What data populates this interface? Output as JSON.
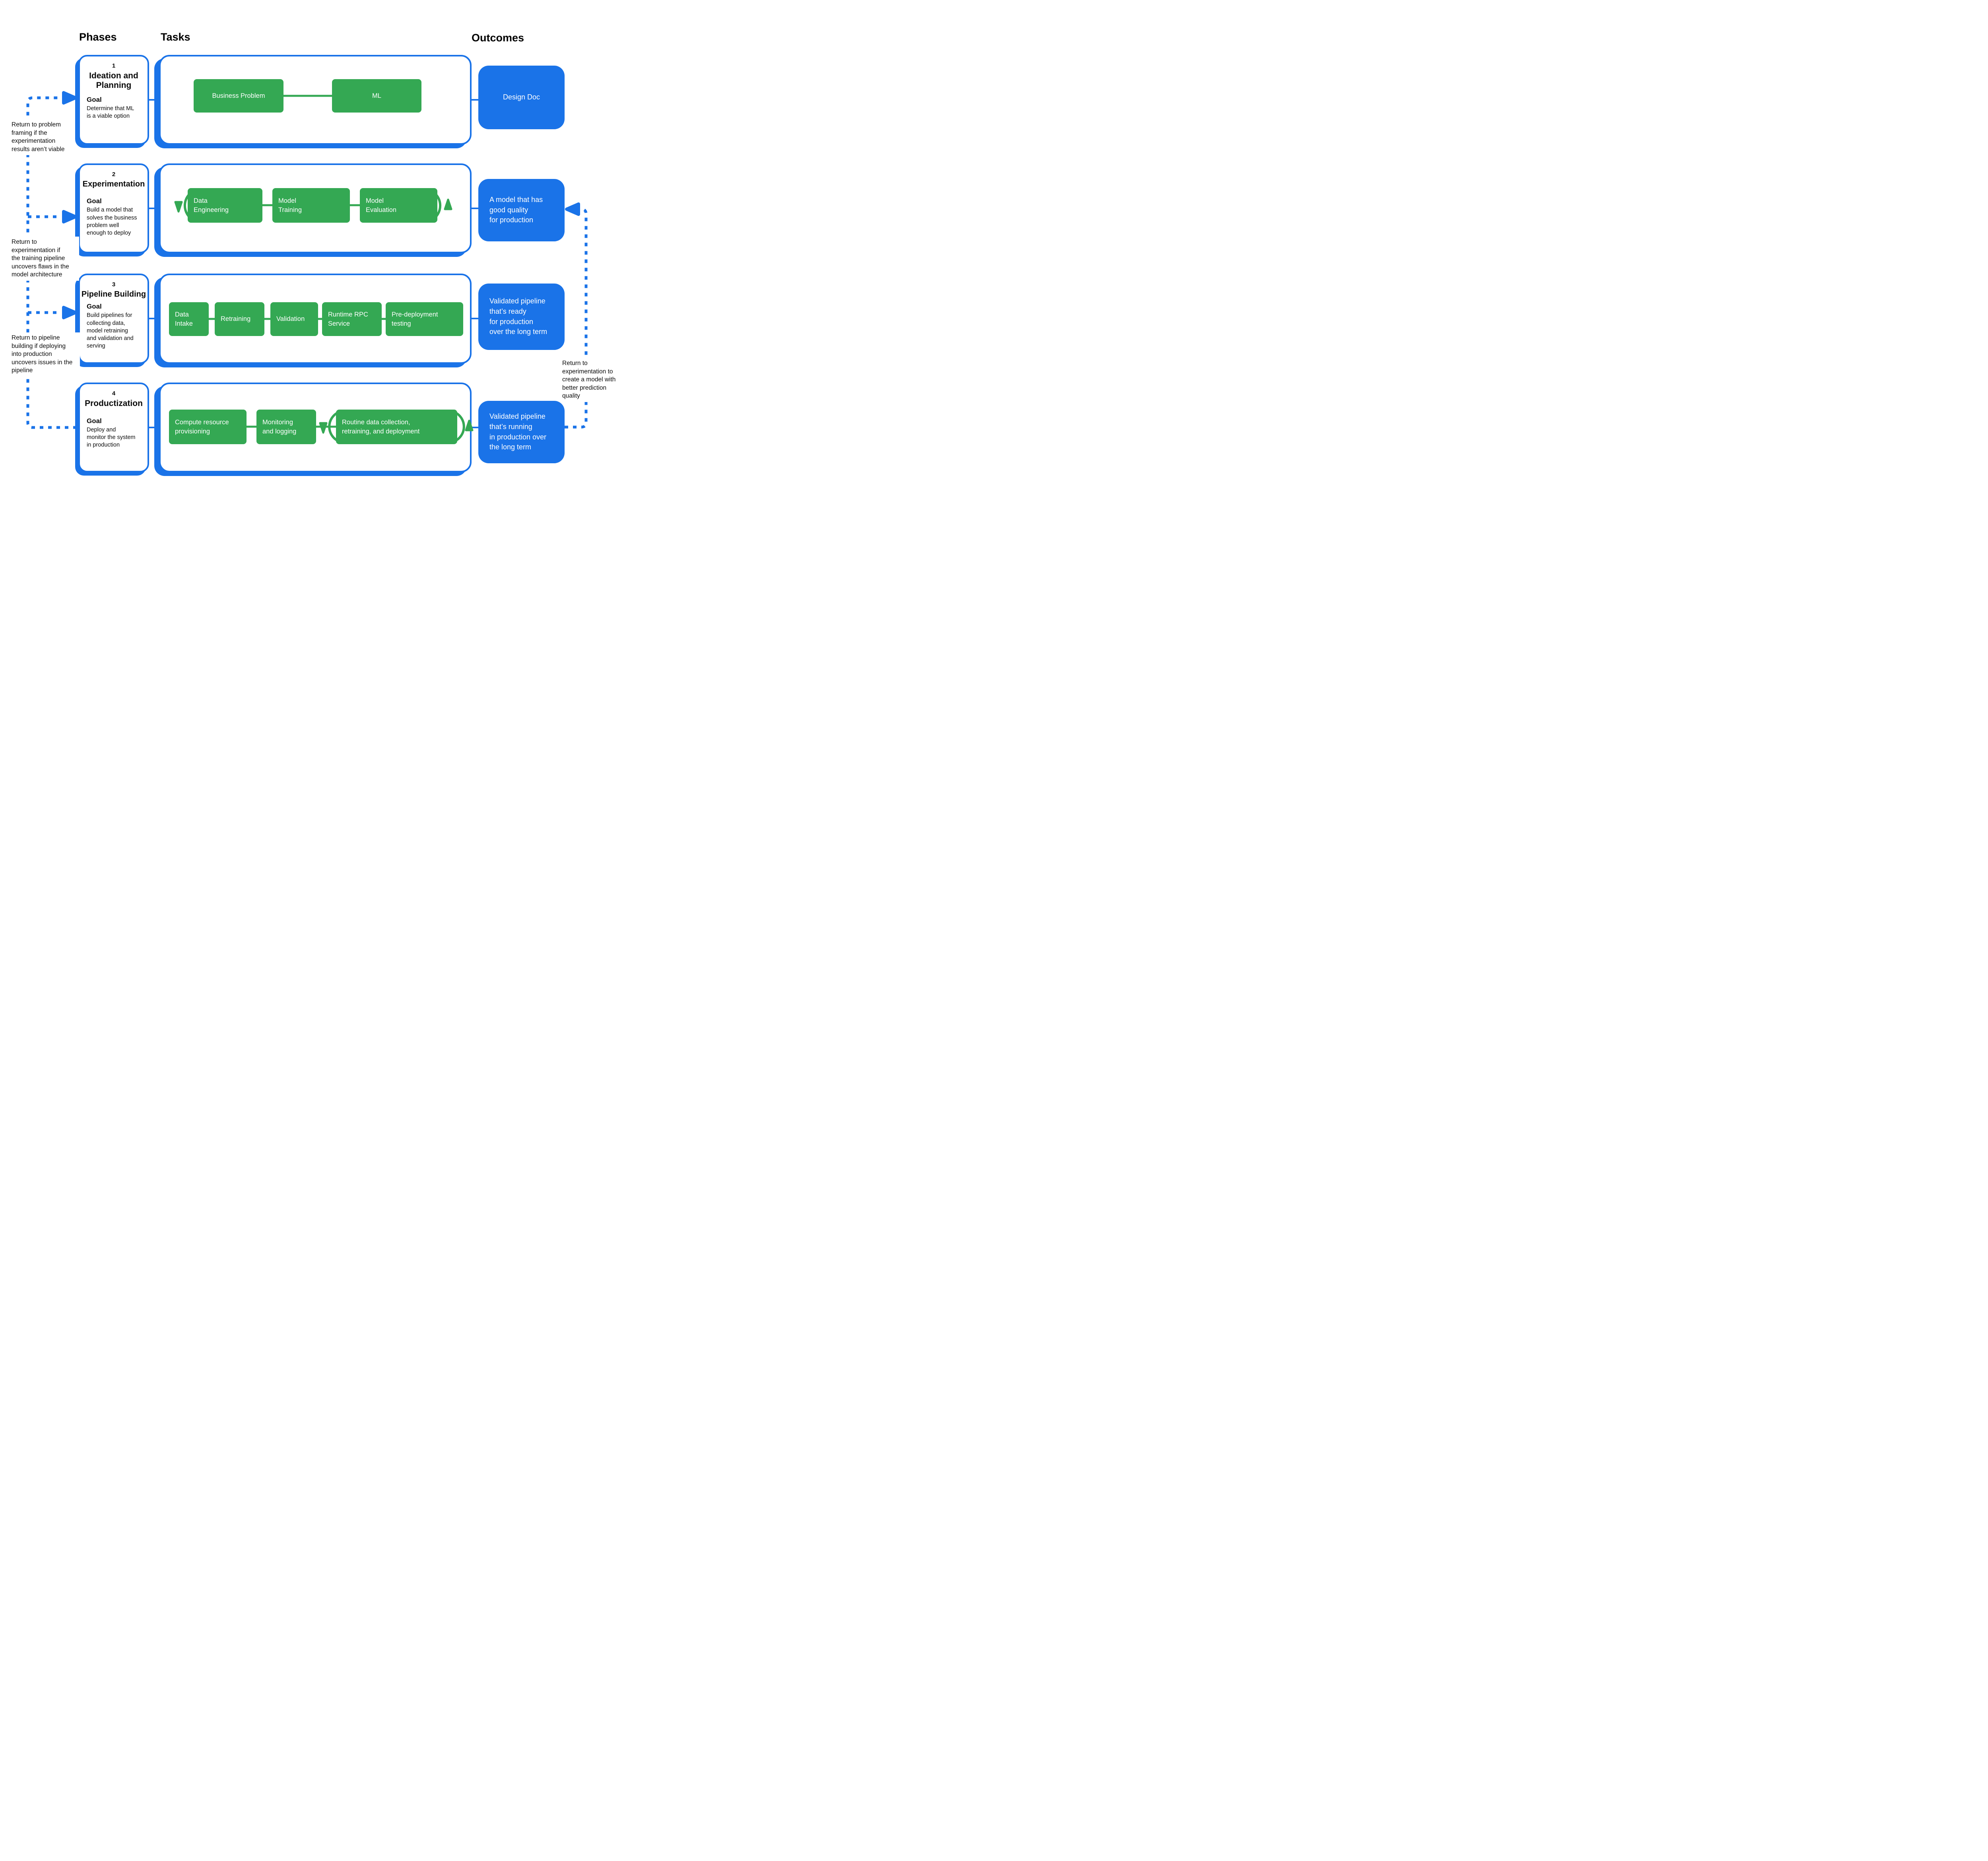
{
  "headers": {
    "phases": "Phases",
    "tasks": "Tasks",
    "outcomes": "Outcomes"
  },
  "colors": {
    "accent_blue": "#1a73e8",
    "task_green": "#34a853",
    "text_black": "#0b0b0b",
    "box_text_white": "#ffffff"
  },
  "phases": [
    {
      "number": "1",
      "title": "Ideation and\nPlanning",
      "goal_label": "Goal",
      "goal": "Determine that ML\nis a viable option"
    },
    {
      "number": "2",
      "title": "Experimentation",
      "goal_label": "Goal",
      "goal": "Build a model that\nsolves the business\nproblem well\nenough to deploy"
    },
    {
      "number": "3",
      "title": "Pipeline Building",
      "goal_label": "Goal",
      "goal": "Build pipelines for\ncollecting data,\nmodel retraining\nand validation and\nserving"
    },
    {
      "number": "4",
      "title": "Productization",
      "goal_label": "Goal",
      "goal": "Deploy and\nmonitor the system\nin production"
    }
  ],
  "task_rows": [
    {
      "items": [
        {
          "label": "Business Problem"
        },
        {
          "label": "ML"
        }
      ]
    },
    {
      "items": [
        {
          "label": "Data\nEngineering"
        },
        {
          "label": "Model\nTraining"
        },
        {
          "label": "Model\nEvaluation"
        }
      ]
    },
    {
      "items": [
        {
          "label": "Data\nIntake"
        },
        {
          "label": "Retraining"
        },
        {
          "label": "Validation"
        },
        {
          "label": "Runtime RPC\nService"
        },
        {
          "label": "Pre-deployment\ntesting"
        }
      ]
    },
    {
      "items": [
        {
          "label": "Compute resource\nprovisioning"
        },
        {
          "label": "Monitoring\nand logging"
        },
        {
          "label": "Routine data collection,\nretraining, and deployment"
        }
      ]
    }
  ],
  "outcomes": [
    {
      "label": "Design Doc"
    },
    {
      "label": "A model that has\ngood quality\nfor production"
    },
    {
      "label": "Validated pipeline\nthat’s ready\nfor production\nover the long term"
    },
    {
      "label": "Validated pipeline\nthat’s running\nin production over\nthe long term"
    }
  ],
  "annotations": {
    "left": [
      {
        "text": "Return to problem\nframing if the\nexperimentation\nresults aren’t viable"
      },
      {
        "text": "Return to\nexperimentation if\nthe training pipeline\nuncovers flaws in the\nmodel architecture"
      },
      {
        "text": "Return to pipeline\nbuilding if deploying\ninto production\nuncovers issues in the\npipeline"
      }
    ],
    "right": {
      "text": "Return to\nexperimentation to\ncreate a model with\nbetter prediction\nquality"
    }
  }
}
